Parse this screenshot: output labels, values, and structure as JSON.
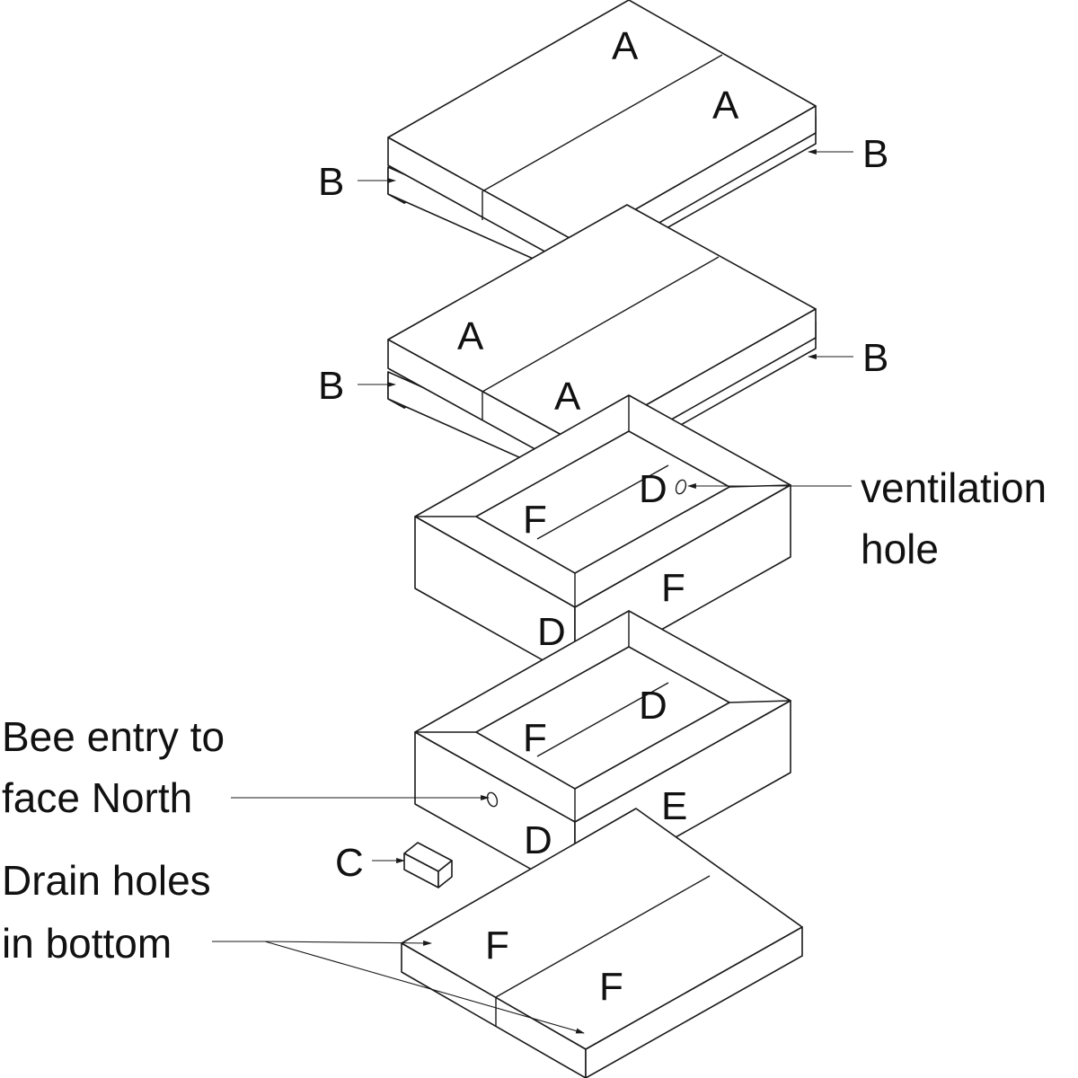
{
  "parts": {
    "a": "A",
    "b": "B",
    "c": "C",
    "d": "D",
    "e": "E",
    "f": "F"
  },
  "notes": {
    "ventilation_line1": "ventilation",
    "ventilation_line2": "hole",
    "bee_entry_line1": "Bee entry to",
    "bee_entry_line2": "face North",
    "drain_line1": "Drain holes",
    "drain_line2": "in bottom"
  },
  "colors": {
    "line": "#1a1a1a",
    "background": "#ffffff"
  }
}
